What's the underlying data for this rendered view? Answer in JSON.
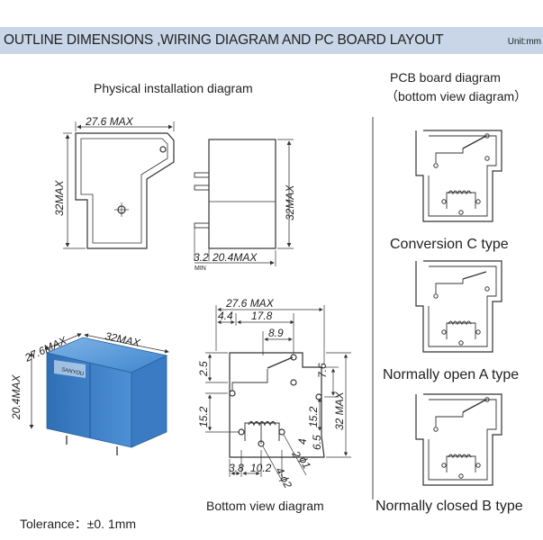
{
  "header": {
    "title": "OUTLINE DIMENSIONS ,WIRING DIAGRAM AND PC BOARD LAYOUT",
    "unit": "Unit:mm"
  },
  "physical_section": {
    "title": "Physical installation diagram",
    "dims": {
      "width": "27.6  MAX",
      "height": "32MAX",
      "side_height": "32MAX",
      "pin": "3.2",
      "min": "MIN",
      "depth": "20.4MAX"
    }
  },
  "photo": {
    "dim_length": "32MAX",
    "dim_width": "27.6MAX",
    "dim_height": "20.4MAX",
    "brand_text": "SANYOU"
  },
  "bottom_view": {
    "title": "Bottom view diagram",
    "dims": {
      "top": "27.6  MAX",
      "d44": "4.4",
      "d178": "17.8",
      "d89": "8.9",
      "d25": "2.5",
      "d76": "7.6",
      "d152a": "15.2",
      "d152b": "15.2",
      "d32": "32  MAX",
      "d4": "4",
      "d65": "6.5",
      "d2": "2",
      "d38": "3.8",
      "d102": "10.2",
      "phi2": "4-ϕ2",
      "phi1": "ϕ1"
    }
  },
  "pcb_section": {
    "title": "PCB board diagram",
    "subtitle": "（bottom view diagram）",
    "types": [
      {
        "label": "Conversion C type"
      },
      {
        "label": "Normally open A type"
      },
      {
        "label": "Normally closed B type"
      }
    ]
  },
  "footer": {
    "tolerance": "Tolerance：±0. 1mm"
  }
}
